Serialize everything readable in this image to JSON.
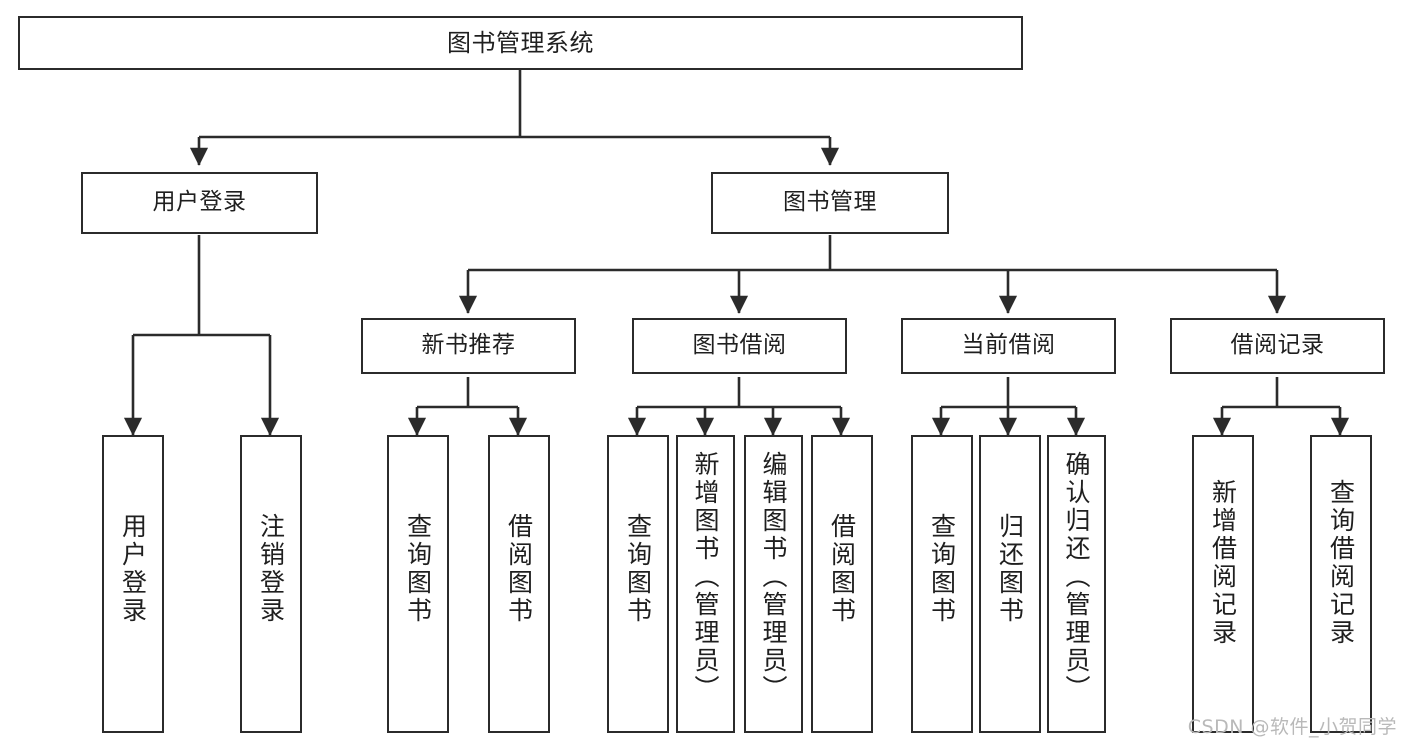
{
  "diagram": {
    "title": "图书管理系统",
    "type": "tree",
    "colors": {
      "box_border": "#2b2b2b",
      "box_fill": "#ffffff",
      "text": "#1f1f1f",
      "connector": "#2b2b2b",
      "watermark": "#b9b9b9",
      "background": "#ffffff"
    },
    "root": {
      "label": "图书管理系统"
    },
    "level2": [
      {
        "label": "用户登录"
      },
      {
        "label": "图书管理"
      }
    ],
    "level3": [
      {
        "label": "新书推荐"
      },
      {
        "label": "图书借阅"
      },
      {
        "label": "当前借阅"
      },
      {
        "label": "借阅记录"
      }
    ],
    "leaves": {
      "user_login": [
        {
          "label": "用户登录"
        },
        {
          "label": "注销登录"
        }
      ],
      "new_book_recommend": [
        {
          "label": "查询图书"
        },
        {
          "label": "借阅图书"
        }
      ],
      "book_borrow": [
        {
          "label": "查询图书"
        },
        {
          "label": "新增图书（管理员）"
        },
        {
          "label": "编辑图书（管理员）"
        },
        {
          "label": "借阅图书"
        }
      ],
      "current_borrow": [
        {
          "label": "查询图书"
        },
        {
          "label": "归还图书"
        },
        {
          "label": "确认归还（管理员）"
        }
      ],
      "borrow_record": [
        {
          "label": "新增借阅记录"
        },
        {
          "label": "查询借阅记录"
        }
      ]
    },
    "watermark": "CSDN @软件_小贺同学"
  },
  "chart_data": {
    "type": "table",
    "title": "图书管理系统 功能结构图",
    "nodes": [
      {
        "id": "root",
        "label": "图书管理系统",
        "level": 1,
        "parent": null
      },
      {
        "id": "n2-1",
        "label": "用户登录",
        "level": 2,
        "parent": "root"
      },
      {
        "id": "n2-2",
        "label": "图书管理",
        "level": 2,
        "parent": "root"
      },
      {
        "id": "n3-1",
        "label": "新书推荐",
        "level": 3,
        "parent": "n2-2"
      },
      {
        "id": "n3-2",
        "label": "图书借阅",
        "level": 3,
        "parent": "n2-2"
      },
      {
        "id": "n3-3",
        "label": "当前借阅",
        "level": 3,
        "parent": "n2-2"
      },
      {
        "id": "n3-4",
        "label": "借阅记录",
        "level": 3,
        "parent": "n2-2"
      },
      {
        "id": "l1",
        "label": "用户登录",
        "level": 4,
        "parent": "n2-1"
      },
      {
        "id": "l2",
        "label": "注销登录",
        "level": 4,
        "parent": "n2-1"
      },
      {
        "id": "l3",
        "label": "查询图书",
        "level": 4,
        "parent": "n3-1"
      },
      {
        "id": "l4",
        "label": "借阅图书",
        "level": 4,
        "parent": "n3-1"
      },
      {
        "id": "l5",
        "label": "查询图书",
        "level": 4,
        "parent": "n3-2"
      },
      {
        "id": "l6",
        "label": "新增图书（管理员）",
        "level": 4,
        "parent": "n3-2"
      },
      {
        "id": "l7",
        "label": "编辑图书（管理员）",
        "level": 4,
        "parent": "n3-2"
      },
      {
        "id": "l8",
        "label": "借阅图书",
        "level": 4,
        "parent": "n3-2"
      },
      {
        "id": "l9",
        "label": "查询图书",
        "level": 4,
        "parent": "n3-3"
      },
      {
        "id": "l10",
        "label": "归还图书",
        "level": 4,
        "parent": "n3-3"
      },
      {
        "id": "l11",
        "label": "确认归还（管理员）",
        "level": 4,
        "parent": "n3-3"
      },
      {
        "id": "l12",
        "label": "新增借阅记录",
        "level": 4,
        "parent": "n3-4"
      },
      {
        "id": "l13",
        "label": "查询借阅记录",
        "level": 4,
        "parent": "n3-4"
      }
    ]
  }
}
